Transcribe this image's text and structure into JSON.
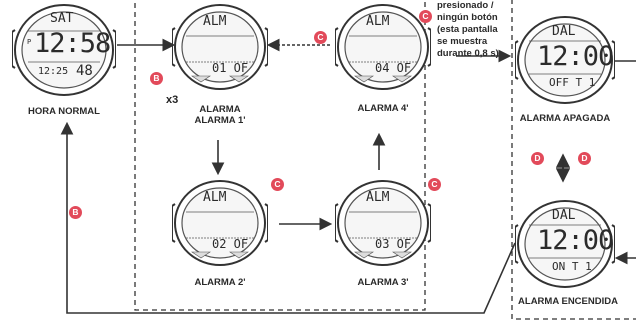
{
  "note_lines": [
    "presionado /",
    "ningún botón",
    "(esta pantalla",
    "se muestra",
    "durante 0,8 s)"
  ],
  "multiplier": "x3",
  "badges": {
    "b": "B",
    "c": "C",
    "d": "D"
  },
  "watches": {
    "normal": {
      "label": "HORA NORMAL",
      "top": "SAT",
      "main": "12:58",
      "sub_left": "12:25",
      "sub_right": "48",
      "side": "P"
    },
    "alarm1": {
      "label_line1": "ALARMA",
      "label_line2": "ALARMA 1'",
      "top": "ALM",
      "bottom": "01 OF"
    },
    "alarm4": {
      "label": "ALARMA 4'",
      "top": "ALM",
      "bottom": "04 OF"
    },
    "alarm2": {
      "label": "ALARMA 2'",
      "top": "ALM",
      "bottom": "02 OF"
    },
    "alarm3": {
      "label": "ALARMA 3'",
      "top": "ALM",
      "bottom": "03 OF"
    },
    "off": {
      "label": "ALARMA APAGADA",
      "top": "DAL",
      "main": "12:00",
      "bottom": "OFF T 1"
    },
    "on": {
      "label": "ALARMA ENCENDIDA",
      "top": "DAL",
      "main": "12:00",
      "bottom": "ON T 1"
    }
  },
  "colors": {
    "badge": "#e24a5a",
    "line": "#333333"
  }
}
